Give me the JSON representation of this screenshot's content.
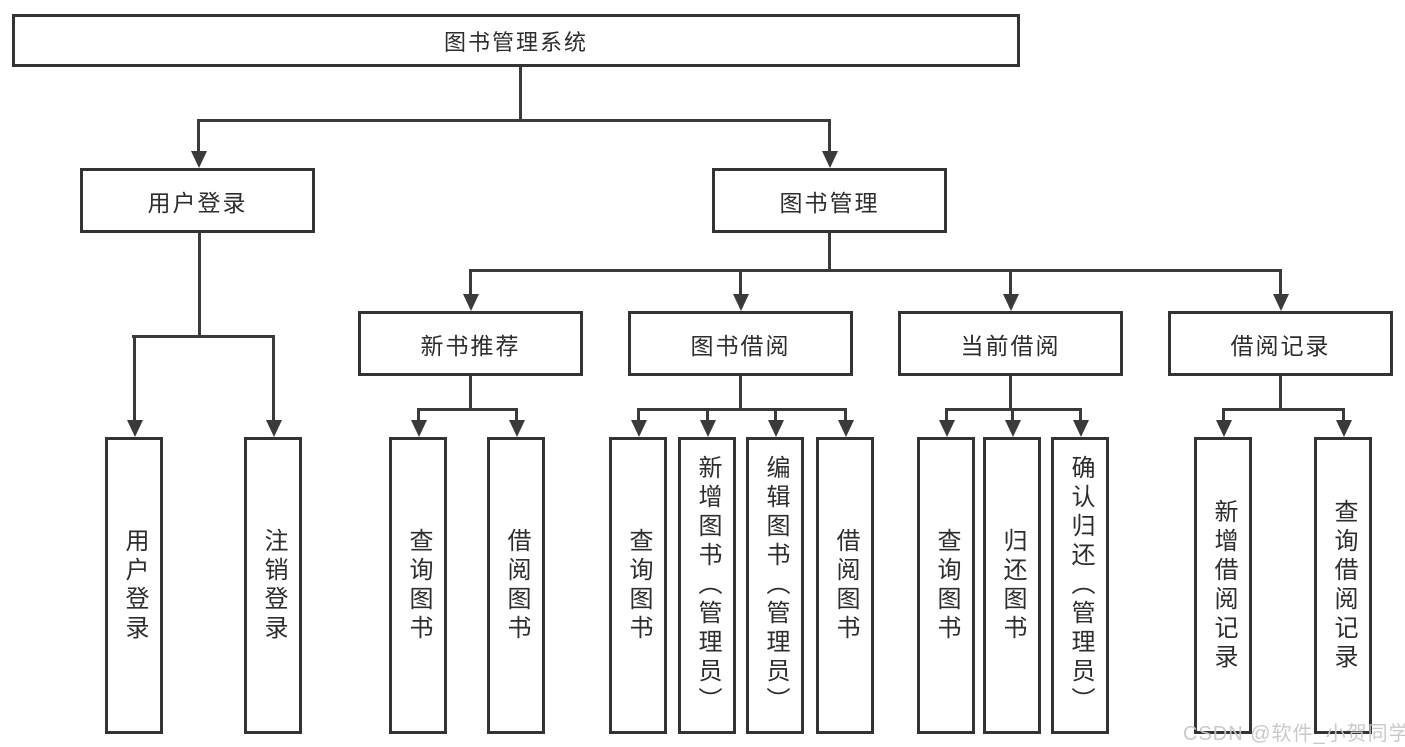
{
  "diagram_title": "图书管理系统",
  "tree": {
    "label": "图书管理系统",
    "children": [
      {
        "label": "用户登录",
        "children": [
          {
            "label": "用户登录"
          },
          {
            "label": "注销登录"
          }
        ]
      },
      {
        "label": "图书管理",
        "children": [
          {
            "label": "新书推荐",
            "children": [
              {
                "label": "查询图书"
              },
              {
                "label": "借阅图书"
              }
            ]
          },
          {
            "label": "图书借阅",
            "children": [
              {
                "label": "查询图书"
              },
              {
                "label": "新增图书（管理员）"
              },
              {
                "label": "编辑图书（管理员）"
              },
              {
                "label": "借阅图书"
              }
            ]
          },
          {
            "label": "当前借阅",
            "children": [
              {
                "label": "查询图书"
              },
              {
                "label": "归还图书"
              },
              {
                "label": "确认归还（管理员）"
              }
            ]
          },
          {
            "label": "借阅记录",
            "children": [
              {
                "label": "新增借阅记录"
              },
              {
                "label": "查询借阅记录"
              }
            ]
          }
        ]
      }
    ]
  },
  "watermark": "CSDN @软件_小贺同学",
  "colors": {
    "line": "#3a3a3a",
    "box_border": "#333333",
    "text": "#2d2d2d",
    "background": "#ffffff",
    "watermark": "#c6c6c6"
  }
}
